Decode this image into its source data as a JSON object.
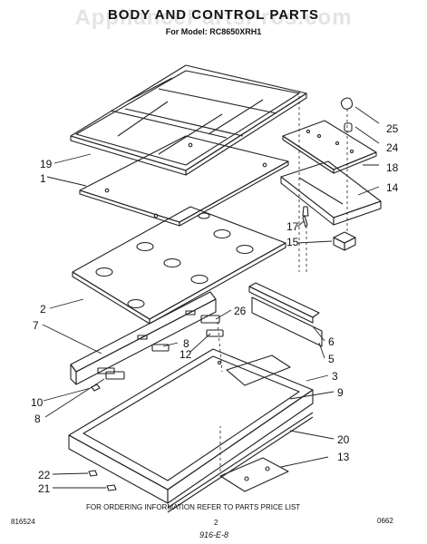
{
  "watermark": "AppliancePartsPros.com",
  "header": {
    "title": "BODY AND CONTROL PARTS",
    "model_line": "For Model: RC8650XRH1"
  },
  "callouts": [
    "25",
    "24",
    "18",
    "14",
    "19",
    "1",
    "17",
    "15",
    "2",
    "26",
    "7",
    "6",
    "8",
    "12",
    "5",
    "3",
    "10",
    "9",
    "8",
    "20",
    "13",
    "22",
    "21"
  ],
  "footer": {
    "ordering_note": "FOR ORDERING INFORMATION REFER TO PARTS PRICE LIST",
    "diagram_code": "0662",
    "doc_number": "816524",
    "page_number": "2",
    "handwritten_note": "916-E-8"
  }
}
